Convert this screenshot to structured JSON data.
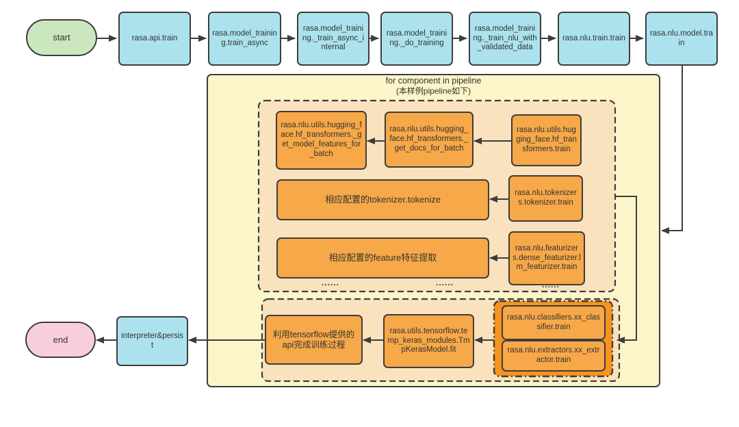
{
  "flow": {
    "start_label": "start",
    "end_label": "end",
    "top_nodes": [
      "rasa.api.train",
      "rasa.model_training.train_async",
      "rasa.model_training._train_async_internal",
      "rasa.model_training._do_training",
      "rasa.model_training._train_nlu_with_validated_data",
      "rasa.nlu.train.train",
      "rasa.nlu.model.train"
    ],
    "loop_container": {
      "title_line1": "for component in pipeline",
      "title_line2": "(本样例pipeline如下)"
    },
    "stage1": {
      "hf_get_model_features": "rasa.nlu.utils.hugging_face.hf_transformers._get_model_features_for_batch",
      "hf_get_docs": "rasa.nlu.utils.hugging_face.hf_transformers._get_docs_for_batch",
      "hf_train": "rasa.nlu.utils.hugging_face.hf_transformers.train",
      "tokenize": "相应配置的tokenizer.tokenize",
      "tokenizer_train": "rasa.nlu.tokenizers.tokenizer.train",
      "featurize": "相应配置的feature特征提取",
      "featurizer_train": "rasa.nlu.featurizers.dense_featurizer.lm_featurizer.train",
      "ellipsis": "......"
    },
    "stage2": {
      "tensorflow_api": "利用tensorflow提供的api完成训练过程",
      "tmp_keras_fit": "rasa.utils.tensorflow.temp_keras_modules.TmpKerasModel.fit",
      "classifier_train": "rasa.nlu.classifiers.xx_classifier.train",
      "extractor_train": "rasa.nlu.extractors.xx_extractor.train"
    },
    "interpreter_persist": "interpreter&persist"
  },
  "colors": {
    "border": "#3d3d3d",
    "text": "#333333",
    "cyan": "#ace2ee",
    "green": "#cbe7bd",
    "pink": "#f9cedc",
    "yellow": "#fcf5c9",
    "peach": "#fae2be",
    "orange": "#f7a848",
    "orange-deep": "#f5941f"
  }
}
